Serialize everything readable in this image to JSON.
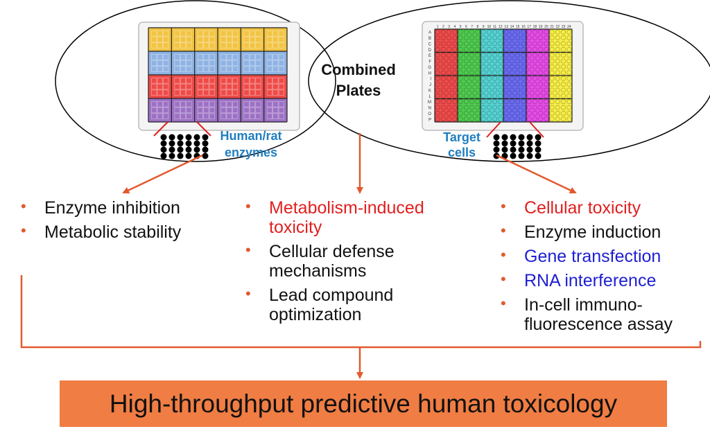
{
  "colors": {
    "accent": "#E2592E",
    "banner_bg": "#F07D43",
    "red_text": "#E0201F",
    "blue_text": "#1E1ED2",
    "label_blue": "#1F7EC0",
    "black": "#111111",
    "enzyme_rows": [
      "#F2C443",
      "#8FB3E3",
      "#EE4B48",
      "#9C71C4"
    ],
    "cell_cols": [
      "#EF4B4B",
      "#4FCB4F",
      "#55D2D2",
      "#6B6BF2",
      "#E74BE7",
      "#F6EE47"
    ]
  },
  "venn": {
    "center_label_line1": "Combined",
    "center_label_line2": "Plates",
    "left_label_line1": "Human/rat",
    "left_label_line2": "enzymes",
    "right_label_line1": "Target",
    "right_label_line2": "cells",
    "row_letters": [
      "A",
      "B",
      "C",
      "D",
      "E",
      "F",
      "G",
      "H",
      "I",
      "J",
      "K",
      "L",
      "M",
      "N",
      "O",
      "P"
    ],
    "col_numbers": [
      "1",
      "2",
      "3",
      "4",
      "5",
      "6",
      "7",
      "8",
      "9",
      "10",
      "11",
      "12",
      "13",
      "14",
      "15",
      "16",
      "17",
      "18",
      "19",
      "20",
      "21",
      "22",
      "23",
      "24"
    ]
  },
  "columns": {
    "left": [
      {
        "text": "Enzyme inhibition",
        "color": "#111111"
      },
      {
        "text": "Metabolic stability",
        "color": "#111111"
      }
    ],
    "middle": [
      {
        "text": "Metabolism-induced toxicity",
        "color": "#E0201F"
      },
      {
        "text": "Cellular defense mechanisms",
        "color": "#111111"
      },
      {
        "text": "Lead compound optimization",
        "color": "#111111"
      }
    ],
    "right": [
      {
        "text": "Cellular toxicity",
        "color": "#E0201F"
      },
      {
        "text": "Enzyme induction",
        "color": "#111111"
      },
      {
        "text": "Gene transfection",
        "color": "#1E1ED2"
      },
      {
        "text": "RNA interference",
        "color": "#1E1ED2"
      },
      {
        "text": "In-cell immuno-fluorescence assay",
        "color": "#111111"
      }
    ]
  },
  "bullet_glyph": "•",
  "banner": {
    "text": "High-throughput predictive human toxicology"
  }
}
